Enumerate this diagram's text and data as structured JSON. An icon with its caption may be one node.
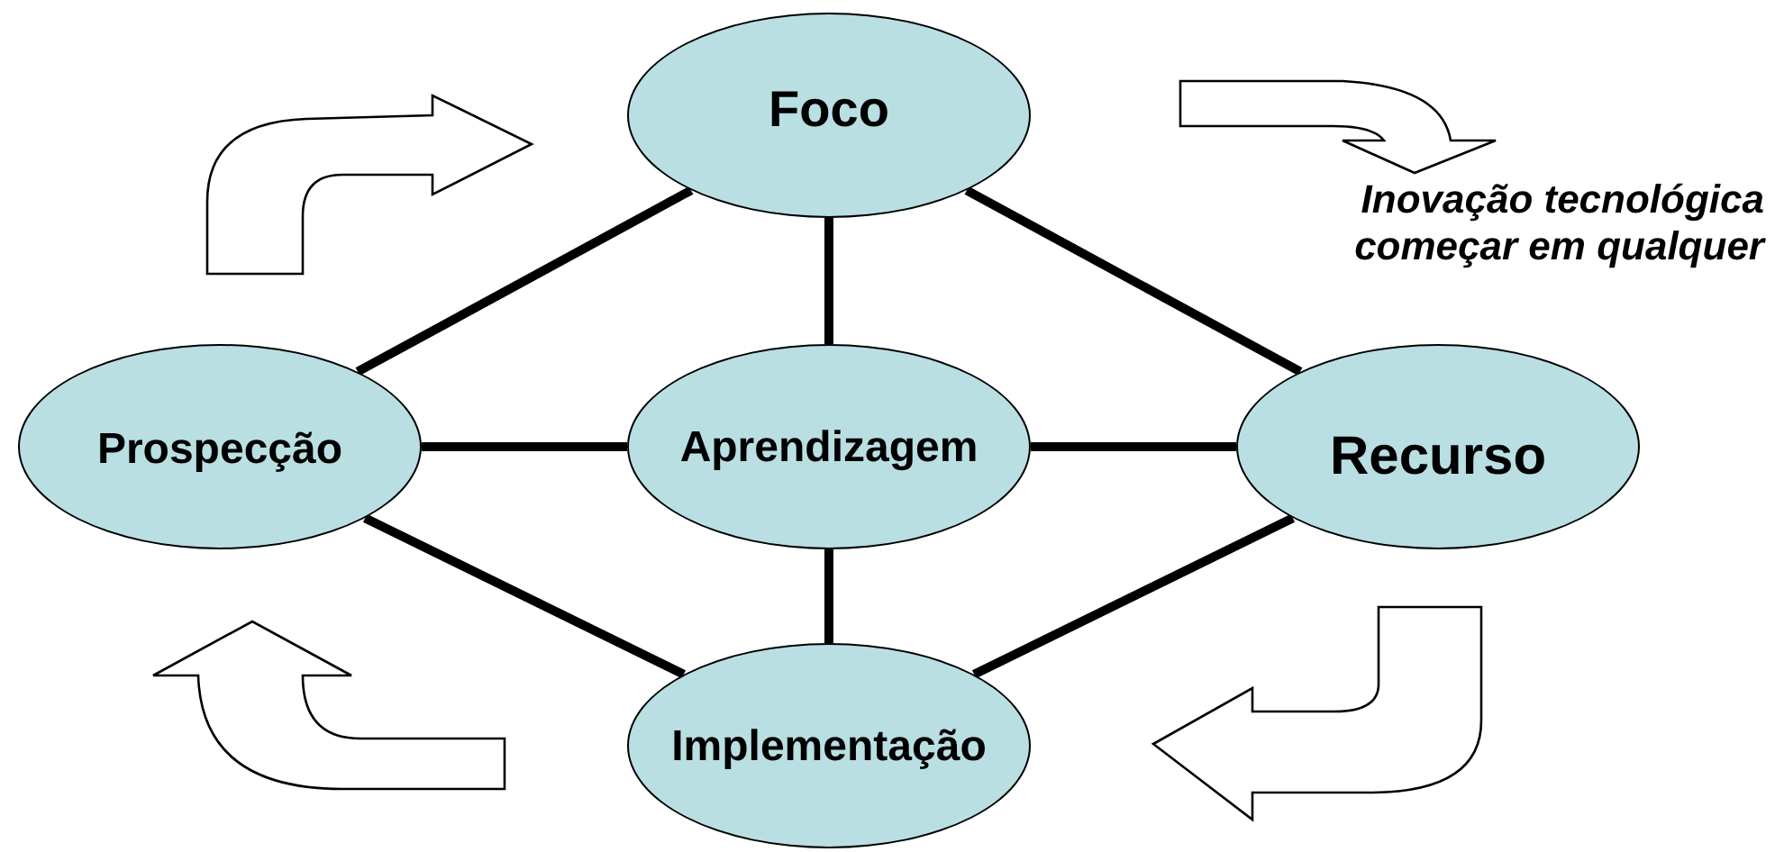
{
  "diagram": {
    "nodes": [
      {
        "text": [
          "Foco"
        ]
      },
      {
        "text": [
          "Prospecção"
        ]
      },
      {
        "text": [
          "Aprendizagem"
        ]
      },
      {
        "text": [
          "Recurso"
        ]
      },
      {
        "text": [
          "Implementação"
        ]
      }
    ],
    "edges": [
      {
        "from": 0,
        "to": 1,
        "arrow": "none"
      },
      {
        "from": 0,
        "to": 2,
        "arrow": "none"
      },
      {
        "from": 0,
        "to": 3,
        "arrow": "none"
      },
      {
        "from": 1,
        "to": 2,
        "arrow": "none"
      },
      {
        "from": 2,
        "to": 3,
        "arrow": "none"
      },
      {
        "from": 1,
        "to": 4,
        "arrow": "none"
      },
      {
        "from": 2,
        "to": 4,
        "arrow": "none"
      },
      {
        "from": 3,
        "to": 4,
        "arrow": "none"
      }
    ],
    "labels": [
      "Inovação tecnológica começar em qualquer"
    ]
  }
}
